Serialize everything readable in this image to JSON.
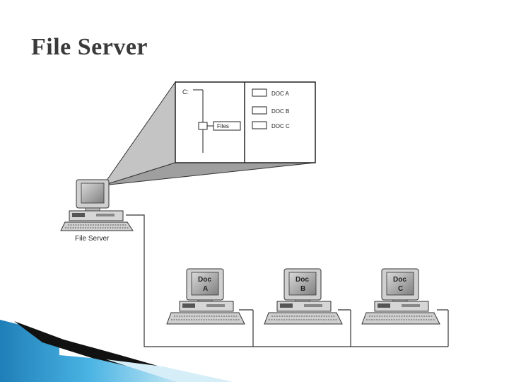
{
  "slide": {
    "title": "File Server"
  },
  "diagram": {
    "directory": {
      "drive_label": "C:",
      "folder_label": "Files",
      "documents": [
        "DOC A",
        "DOC B",
        "DOC C"
      ]
    },
    "server": {
      "label": "File Server"
    },
    "clients": [
      {
        "screen_line1": "Doc",
        "screen_line2": "A"
      },
      {
        "screen_line1": "Doc",
        "screen_line2": "B"
      },
      {
        "screen_line1": "Doc",
        "screen_line2": "C"
      }
    ]
  },
  "colors": {
    "title": "#3a3a3a",
    "callout_face": "#bdbdbd",
    "callout_side": "#9a9a9a",
    "monitor": "#c8c8c8",
    "screen": "#8e8e8e",
    "accent_blue": "#3aa6d9",
    "accent_dark": "#1a1a1a"
  }
}
